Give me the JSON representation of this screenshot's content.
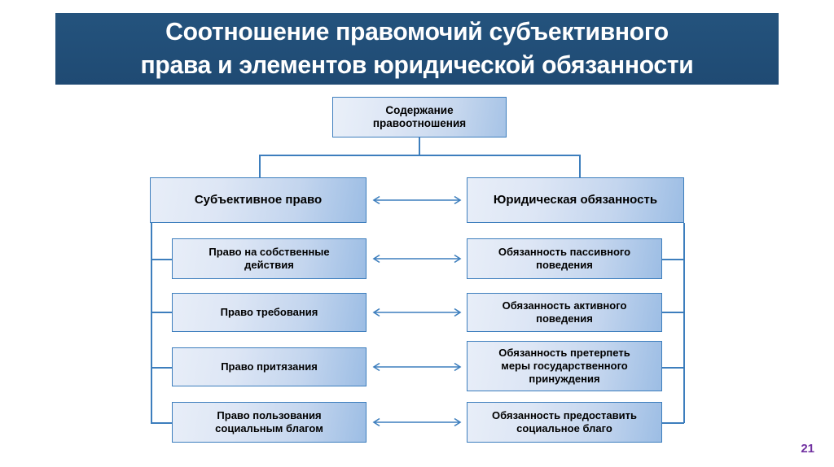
{
  "slide": {
    "title": "Соотношение правомочий субъективного\nправа и элементов юридической обязанности",
    "page_number": "21",
    "colors": {
      "title_background": "#1f4e79",
      "title_text": "#ffffff",
      "node_border": "#3d7ebd",
      "node_fill_light": "#e8eef8",
      "node_fill_dark": "#9cbde4",
      "connector": "#3d7ebd",
      "page_number": "#7030a0"
    }
  },
  "diagram": {
    "root": {
      "label": "Содержание\nправоотношения"
    },
    "branches": [
      {
        "label": "Субъективное право"
      },
      {
        "label": "Юридическая обязанность"
      }
    ],
    "left_items": [
      {
        "label": "Право на собственные\nдействия"
      },
      {
        "label": "Право требования"
      },
      {
        "label": "Право притязания"
      },
      {
        "label": "Право пользования\nсоциальным благом"
      }
    ],
    "right_items": [
      {
        "label": "Обязанность пассивного\nповедения"
      },
      {
        "label": "Обязанность активного\nповедения"
      },
      {
        "label": "Обязанность претерпеть\nмеры государственного\nпринуждения"
      },
      {
        "label": "Обязанность предоставить\nсоциальное благо"
      }
    ],
    "pair_arrows": [
      {
        "name": "arrow-branch-pair"
      },
      {
        "name": "arrow-row-1"
      },
      {
        "name": "arrow-row-2"
      },
      {
        "name": "arrow-row-3"
      },
      {
        "name": "arrow-row-4"
      }
    ]
  }
}
